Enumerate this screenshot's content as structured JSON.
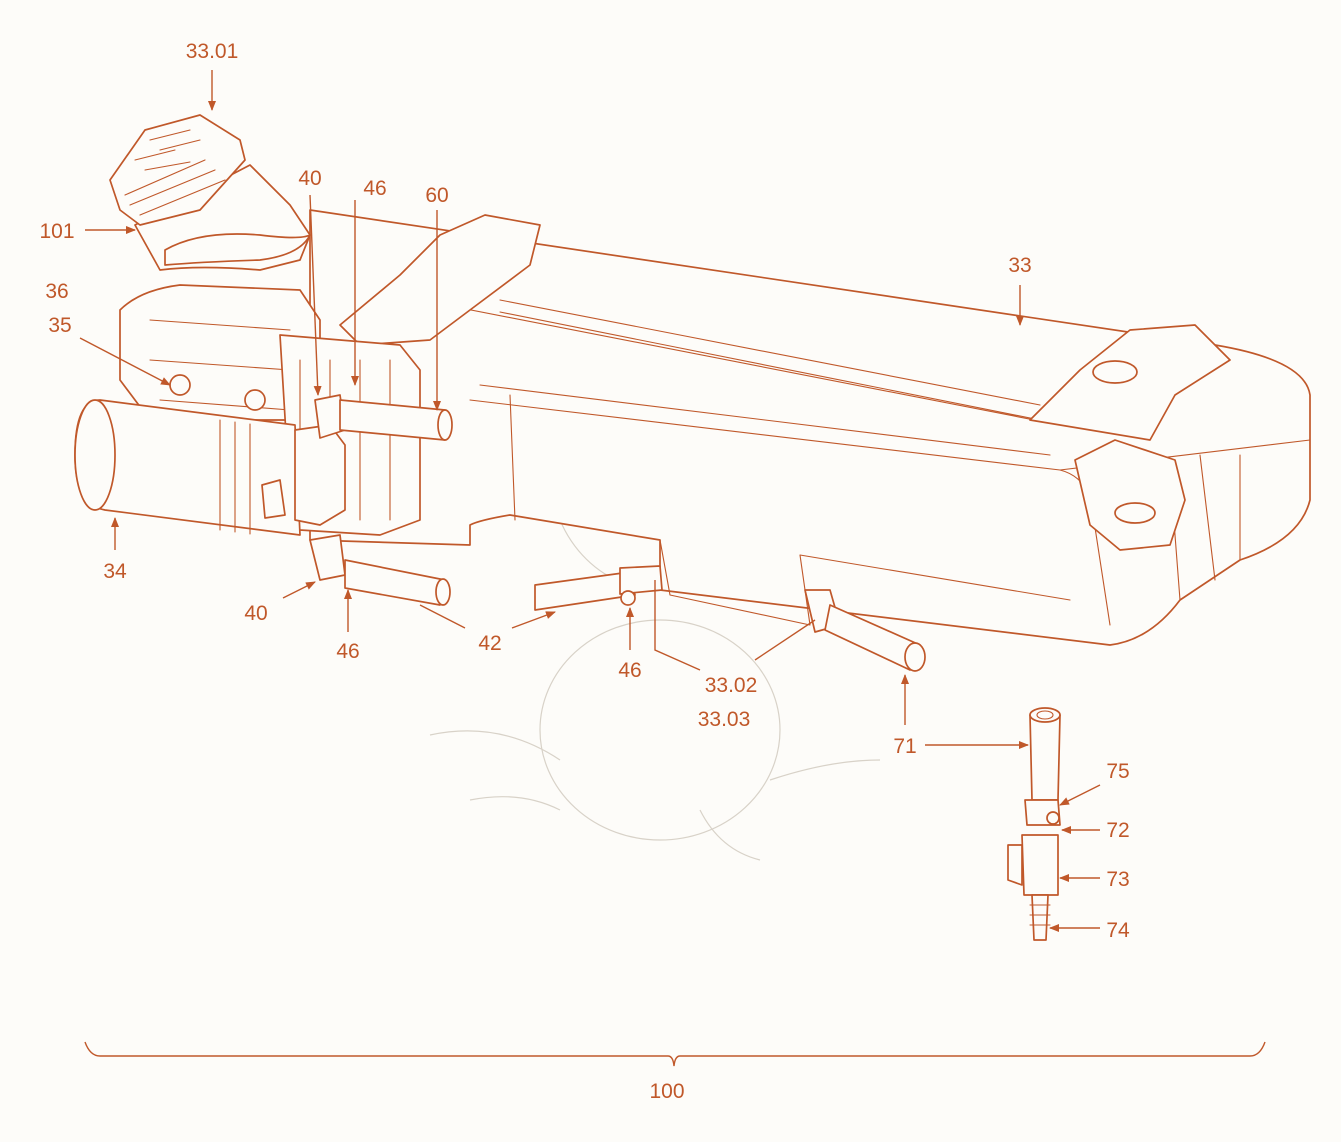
{
  "diagram": {
    "title": "",
    "colors": {
      "line": "#c0582a",
      "background": "#fdfcf9",
      "watermark": "#d8d2c8"
    },
    "callouts": [
      {
        "id": "c3301",
        "text": "33.01"
      },
      {
        "id": "c101",
        "text": "101"
      },
      {
        "id": "c40a",
        "text": "40"
      },
      {
        "id": "c46a",
        "text": "46"
      },
      {
        "id": "c60",
        "text": "60"
      },
      {
        "id": "c36",
        "text": "36"
      },
      {
        "id": "c35",
        "text": "35"
      },
      {
        "id": "c33",
        "text": "33"
      },
      {
        "id": "c34",
        "text": "34"
      },
      {
        "id": "c40b",
        "text": "40"
      },
      {
        "id": "c46b",
        "text": "46"
      },
      {
        "id": "c42",
        "text": "42"
      },
      {
        "id": "c46c",
        "text": "46"
      },
      {
        "id": "c3302",
        "text": "33.02"
      },
      {
        "id": "c3303",
        "text": "33.03"
      },
      {
        "id": "c71",
        "text": "71"
      },
      {
        "id": "c75",
        "text": "75"
      },
      {
        "id": "c72",
        "text": "72"
      },
      {
        "id": "c73",
        "text": "73"
      },
      {
        "id": "c74",
        "text": "74"
      },
      {
        "id": "c100",
        "text": "100"
      }
    ]
  }
}
